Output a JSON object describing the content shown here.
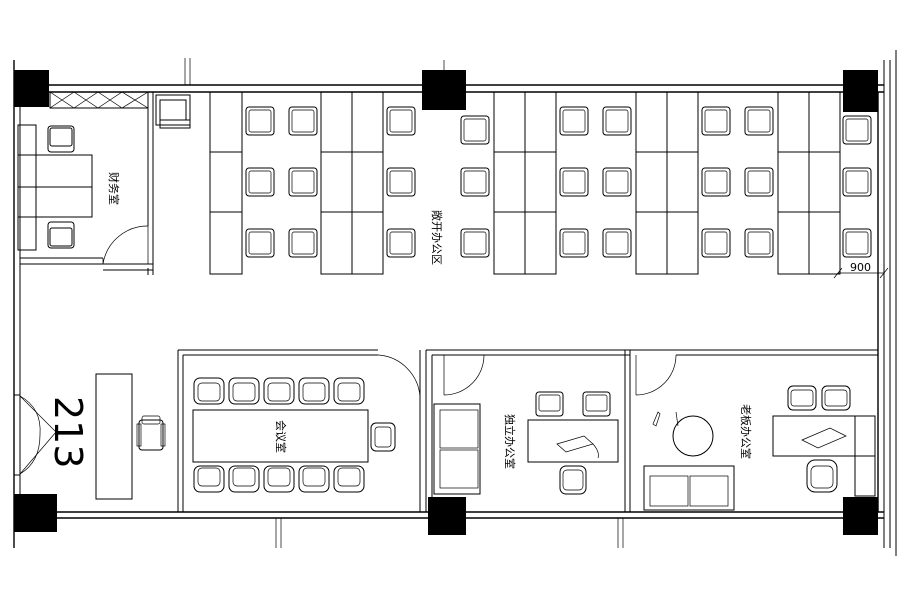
{
  "rooms": {
    "finance": "财务室",
    "open_office": "敞开办公区",
    "meeting": "会议室",
    "private_office": "独立办公室",
    "boss_office": "老板办公室"
  },
  "room_number": "213",
  "dimension": "900"
}
